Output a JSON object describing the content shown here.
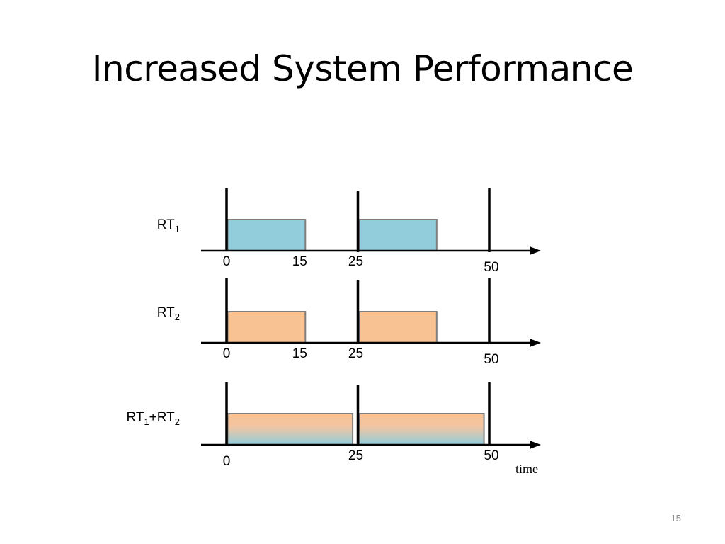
{
  "slide": {
    "title": "Increased System Performance",
    "number": "15"
  },
  "colors": {
    "rt1_fill": "#92cddc",
    "rt2_fill": "#f8c292",
    "box_stroke": "#7f7f7f",
    "axis": "#000000"
  },
  "time_axis_label": "time",
  "timelines": [
    {
      "id": "rt1",
      "label_base": "RT",
      "label_sub": "1",
      "label_suffix": "",
      "label_sub2": "",
      "fill": "rt1",
      "ticks": [
        "0",
        "15",
        "25",
        "50"
      ],
      "tick_values": [
        0,
        15,
        25,
        50
      ],
      "tick_label_row": [
        "upper",
        "upper",
        "upper",
        "lower"
      ],
      "jobs": [
        {
          "start": 0,
          "end": 15
        },
        {
          "start": 25,
          "end": 40
        }
      ]
    },
    {
      "id": "rt2",
      "label_base": "RT",
      "label_sub": "2",
      "label_suffix": "",
      "label_sub2": "",
      "fill": "rt2",
      "ticks": [
        "0",
        "15",
        "25",
        "50"
      ],
      "tick_values": [
        0,
        15,
        25,
        50
      ],
      "tick_label_row": [
        "upper",
        "upper",
        "upper",
        "lower"
      ],
      "jobs": [
        {
          "start": 0,
          "end": 15
        },
        {
          "start": 25,
          "end": 40
        }
      ]
    },
    {
      "id": "rt1-plus-rt2",
      "label_base": "RT",
      "label_sub": "1",
      "label_suffix": "+RT",
      "label_sub2": "2",
      "fill": "gradient",
      "ticks": [
        "0",
        "25",
        "50"
      ],
      "tick_values": [
        0,
        25,
        50
      ],
      "tick_label_row": [
        "lower",
        "upper",
        "upper"
      ],
      "jobs": [
        {
          "start": 0,
          "end": 24
        },
        {
          "start": 25,
          "end": 49
        }
      ]
    }
  ]
}
